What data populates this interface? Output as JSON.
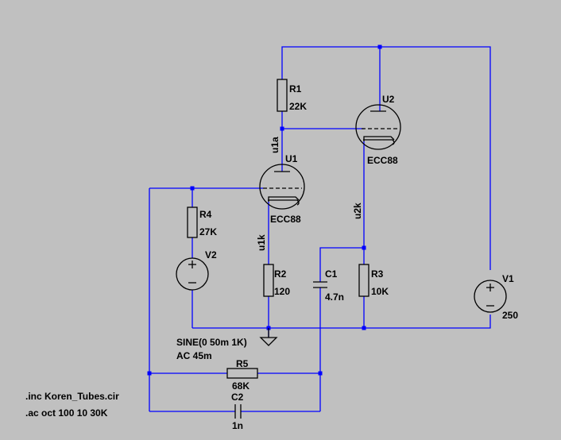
{
  "components": {
    "R1": {
      "name": "R1",
      "value": "22K"
    },
    "R2": {
      "name": "R2",
      "value": "120"
    },
    "R3": {
      "name": "R3",
      "value": "10K"
    },
    "R4": {
      "name": "R4",
      "value": "27K"
    },
    "R5": {
      "name": "R5",
      "value": "68K"
    },
    "C1": {
      "name": "C1",
      "value": "4.7n"
    },
    "C2": {
      "name": "C2",
      "value": "1n"
    },
    "U1": {
      "name": "U1",
      "value": "ECC88"
    },
    "U2": {
      "name": "U2",
      "value": "ECC88"
    },
    "V1": {
      "name": "V1",
      "value": "250"
    },
    "V2": {
      "name": "V2",
      "value_line1": "SINE(0 50m 1K)",
      "value_line2": "AC 45m"
    }
  },
  "nets": {
    "u1a": "u1a",
    "u1k": "u1k",
    "u2k": "u2k"
  },
  "directives": {
    "include": ".inc Koren_Tubes.cir",
    "analysis": ".ac oct 100 10 30K"
  },
  "colors": {
    "background": "#c0c0c0",
    "wire": "#0000ff",
    "symbol": "#000000"
  }
}
